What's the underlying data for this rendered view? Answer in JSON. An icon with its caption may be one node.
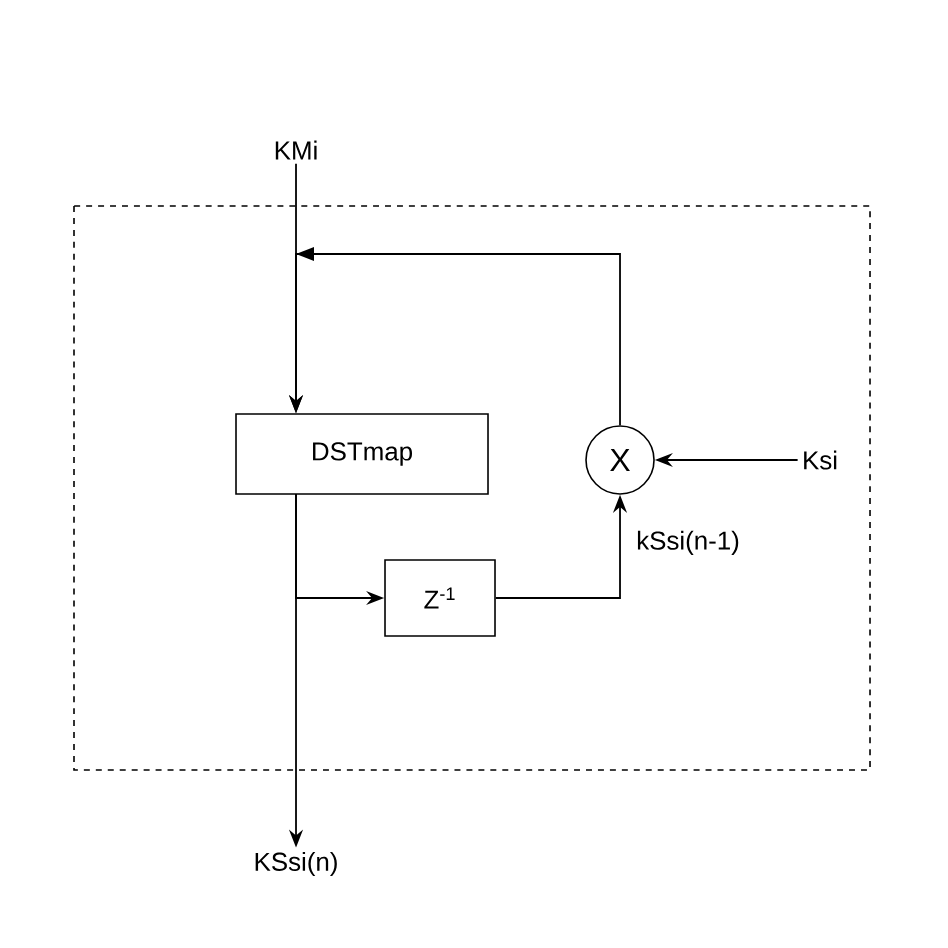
{
  "diagram": {
    "nodes": [
      {
        "text": [
          "KMi"
        ]
      },
      {
        "text": [
          "DSTmap"
        ]
      },
      {
        "text": [
          "X"
        ]
      },
      {
        "text": [
          "Ksi"
        ]
      },
      {
        "text": [
          "Z$^{-1}$"
        ]
      },
      {
        "text": [
          "KSsi(n)"
        ]
      }
    ],
    "edges": [
      {
        "from": 0,
        "to": 1,
        "arrow": "to"
      },
      {
        "from": 2,
        "to": 1,
        "arrow": "to"
      },
      {
        "from": 1,
        "to": 5,
        "arrow": "to"
      },
      {
        "from": 1,
        "to": 4,
        "arrow": "to"
      },
      {
        "from": 4,
        "to": 2,
        "arrow": "to",
        "label": "kSsi(n-1)"
      },
      {
        "from": 3,
        "to": 2,
        "arrow": "to"
      }
    ]
  }
}
